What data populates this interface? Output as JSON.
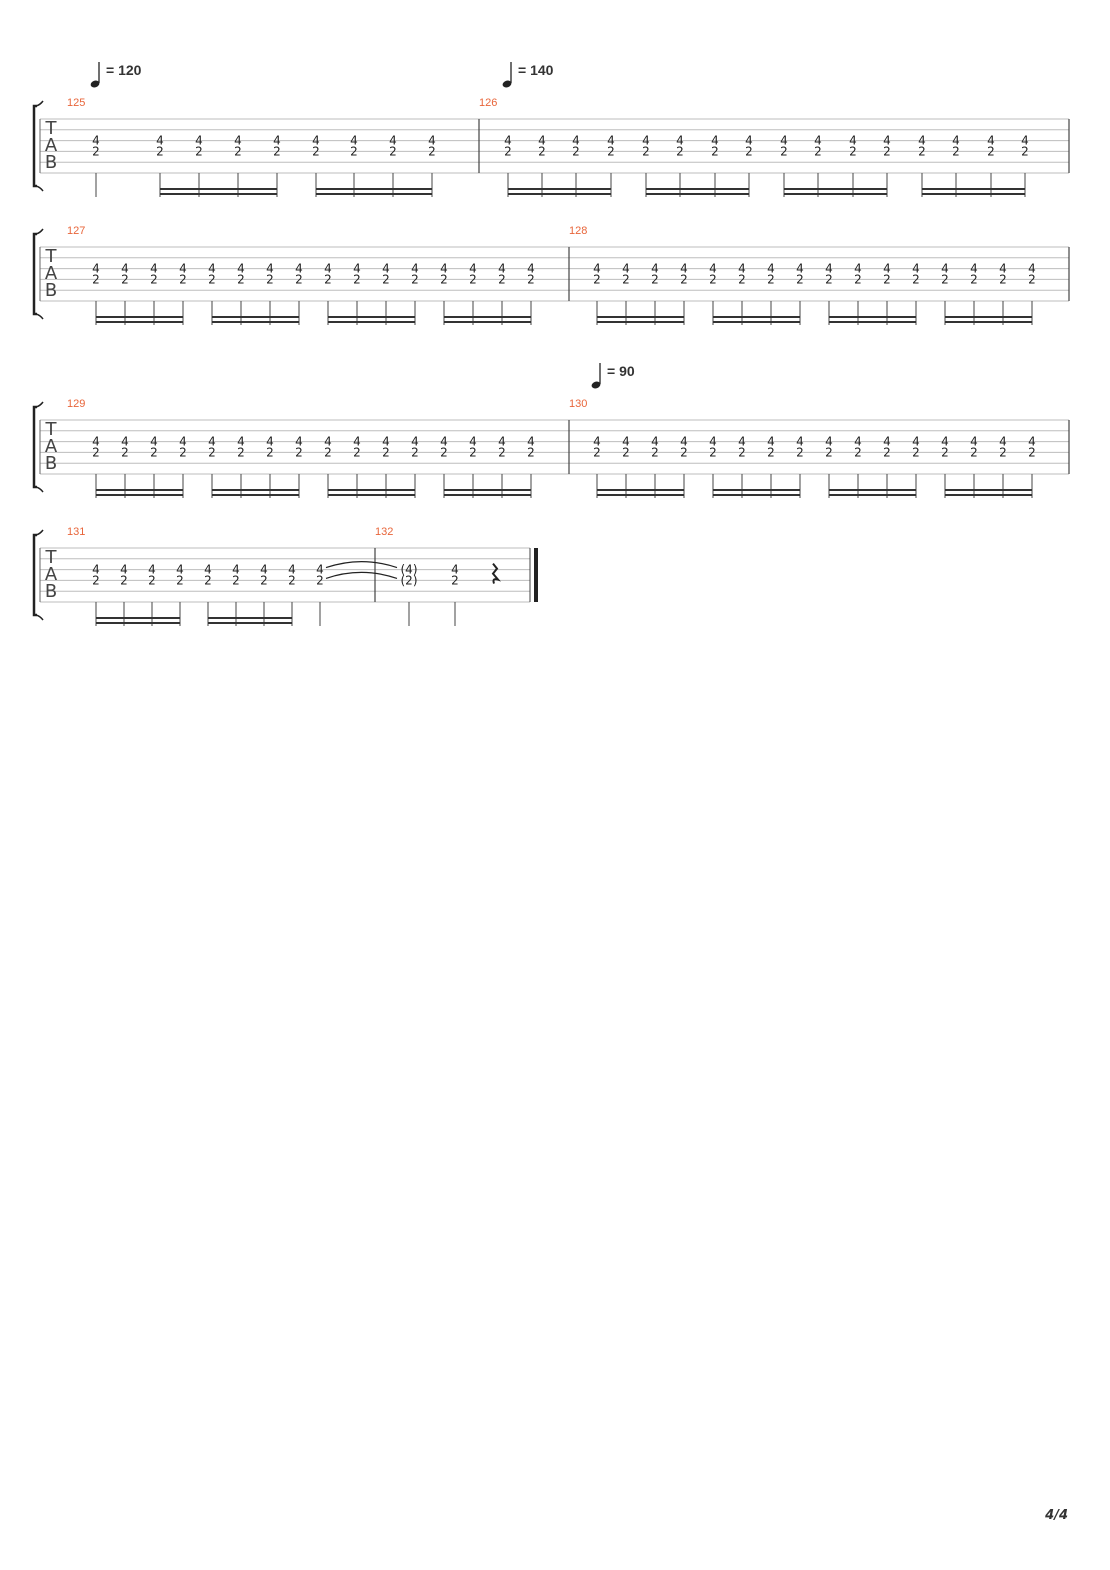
{
  "page": {
    "number_label": "4/4"
  },
  "tab_letters": [
    "T",
    "A",
    "B"
  ],
  "colors": {
    "measure_number": "#e8653a",
    "staff_line": "#bdbdbd",
    "ink": "#222222"
  },
  "tempo_markings": [
    {
      "system": 0,
      "measure": "125",
      "bpm_label": "= 120"
    },
    {
      "system": 0,
      "measure": "126",
      "bpm_label": "= 140"
    },
    {
      "system": 2,
      "measure": "130",
      "bpm_label": "= 90"
    }
  ],
  "systems": [
    {
      "measures": [
        {
          "number": "125",
          "groups": [
            {
              "count": 1,
              "beamed": false
            },
            {
              "count": 4,
              "beamed": true
            },
            {
              "count": 4,
              "beamed": true
            }
          ]
        },
        {
          "number": "126",
          "groups": [
            {
              "count": 4,
              "beamed": true
            },
            {
              "count": 4,
              "beamed": true
            },
            {
              "count": 4,
              "beamed": true
            },
            {
              "count": 4,
              "beamed": true
            }
          ]
        }
      ]
    },
    {
      "measures": [
        {
          "number": "127",
          "groups": [
            {
              "count": 4,
              "beamed": true
            },
            {
              "count": 4,
              "beamed": true
            },
            {
              "count": 4,
              "beamed": true
            },
            {
              "count": 4,
              "beamed": true
            }
          ]
        },
        {
          "number": "128",
          "groups": [
            {
              "count": 4,
              "beamed": true
            },
            {
              "count": 4,
              "beamed": true
            },
            {
              "count": 4,
              "beamed": true
            },
            {
              "count": 4,
              "beamed": true
            }
          ]
        }
      ]
    },
    {
      "measures": [
        {
          "number": "129",
          "groups": [
            {
              "count": 4,
              "beamed": true
            },
            {
              "count": 4,
              "beamed": true
            },
            {
              "count": 4,
              "beamed": true
            },
            {
              "count": 4,
              "beamed": true
            }
          ]
        },
        {
          "number": "130",
          "groups": [
            {
              "count": 4,
              "beamed": true
            },
            {
              "count": 4,
              "beamed": true
            },
            {
              "count": 4,
              "beamed": true
            },
            {
              "count": 4,
              "beamed": true
            }
          ]
        }
      ]
    },
    {
      "measures": [
        {
          "number": "131",
          "groups": [
            {
              "count": 4,
              "beamed": true
            },
            {
              "count": 4,
              "beamed": true
            },
            {
              "count": 1,
              "beamed": false,
              "tied": true
            }
          ]
        },
        {
          "number": "132",
          "groups": [
            {
              "count": 1,
              "beamed": false,
              "tied_in": true,
              "labels": [
                "(4)",
                "(2)"
              ]
            },
            {
              "count": 1,
              "beamed": false
            }
          ],
          "ends_with_rest": true,
          "final_barline": true
        }
      ]
    }
  ],
  "chord": {
    "upper": "4",
    "lower": "2"
  }
}
